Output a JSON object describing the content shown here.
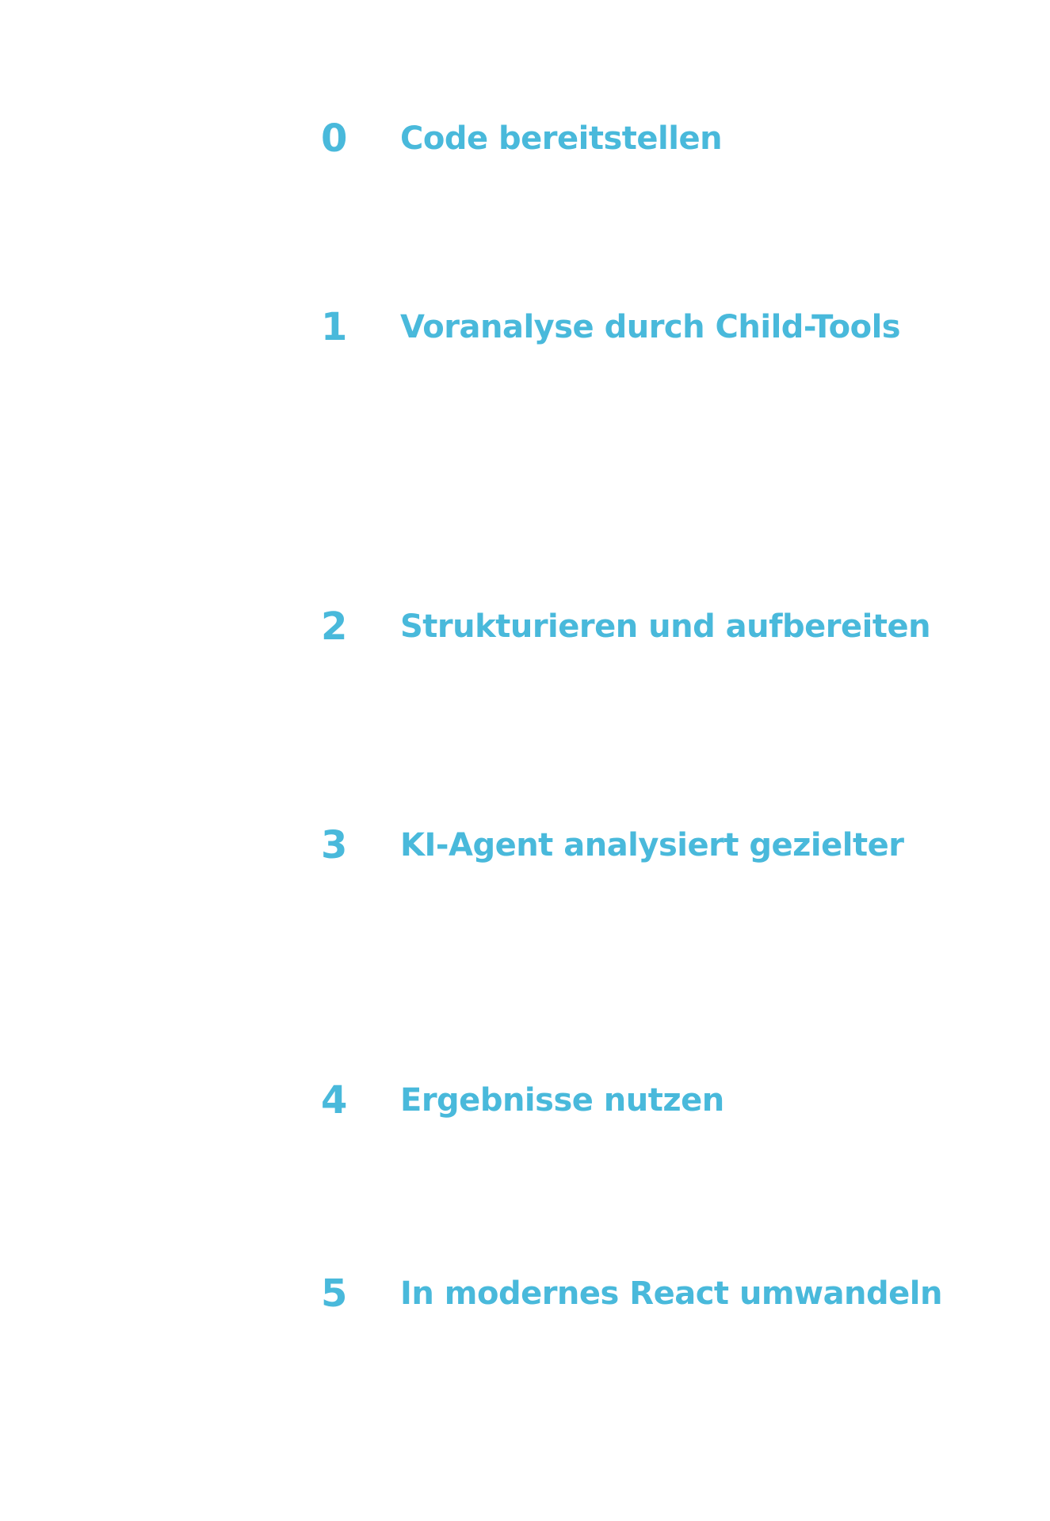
{
  "colors": {
    "accent": "#49B9DB",
    "background": "#FFFFFF"
  },
  "steps": [
    {
      "number": "0",
      "title": "Code bereitstellen"
    },
    {
      "number": "1",
      "title": "Voranalyse durch Child-Tools"
    },
    {
      "number": "2",
      "title": "Strukturieren und aufbereiten"
    },
    {
      "number": "3",
      "title": "KI-Agent analysiert gezielter"
    },
    {
      "number": "4",
      "title": "Ergebnisse nutzen"
    },
    {
      "number": "5",
      "title": "In modernes React umwandeln"
    }
  ]
}
